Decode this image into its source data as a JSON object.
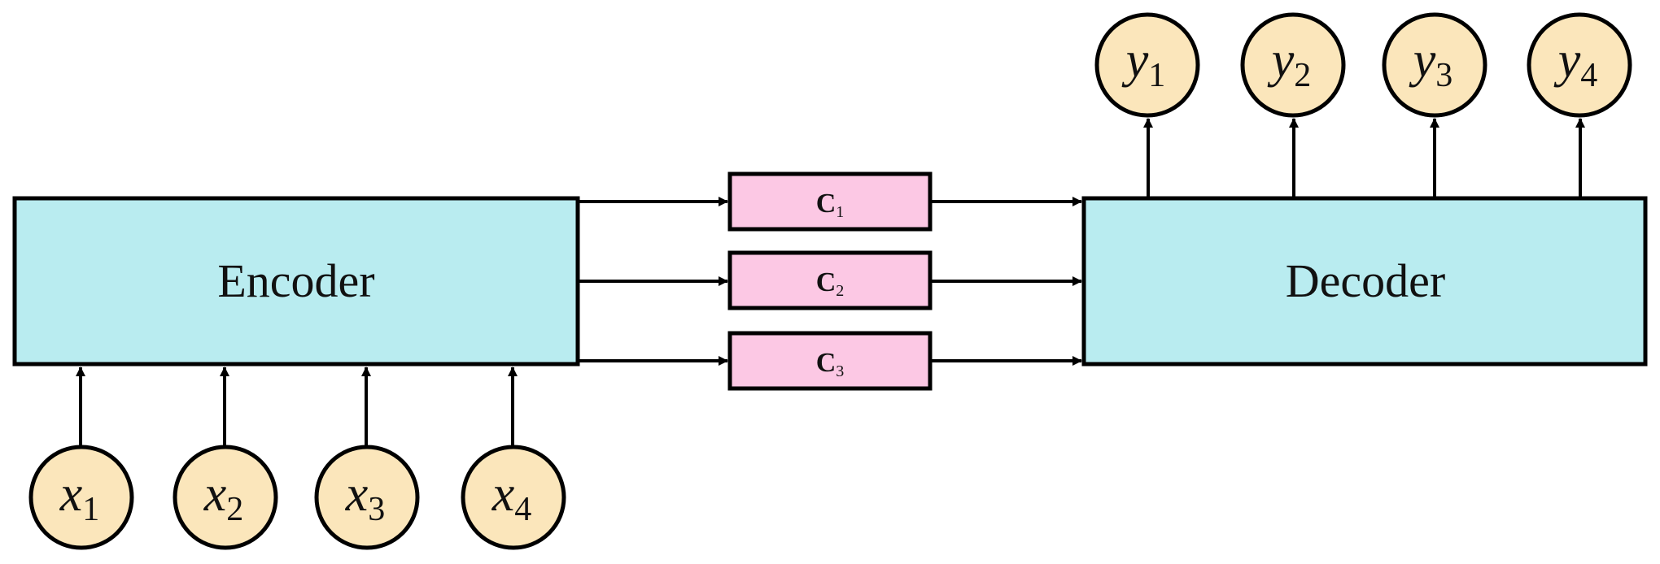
{
  "colors": {
    "block_fill": "#b9ecf0",
    "context_fill": "#fcc8e4",
    "node_fill": "#fbe6bb",
    "stroke": "#000000"
  },
  "encoder": {
    "label": "Encoder"
  },
  "decoder": {
    "label": "Decoder"
  },
  "contexts": [
    {
      "main": "C",
      "sub": "1"
    },
    {
      "main": "C",
      "sub": "2"
    },
    {
      "main": "C",
      "sub": "3"
    }
  ],
  "inputs": [
    {
      "main": "x",
      "sub": "1"
    },
    {
      "main": "x",
      "sub": "2"
    },
    {
      "main": "x",
      "sub": "3"
    },
    {
      "main": "x",
      "sub": "4"
    }
  ],
  "outputs": [
    {
      "main": "y",
      "sub": "1"
    },
    {
      "main": "y",
      "sub": "2"
    },
    {
      "main": "y",
      "sub": "3"
    },
    {
      "main": "y",
      "sub": "4"
    }
  ]
}
